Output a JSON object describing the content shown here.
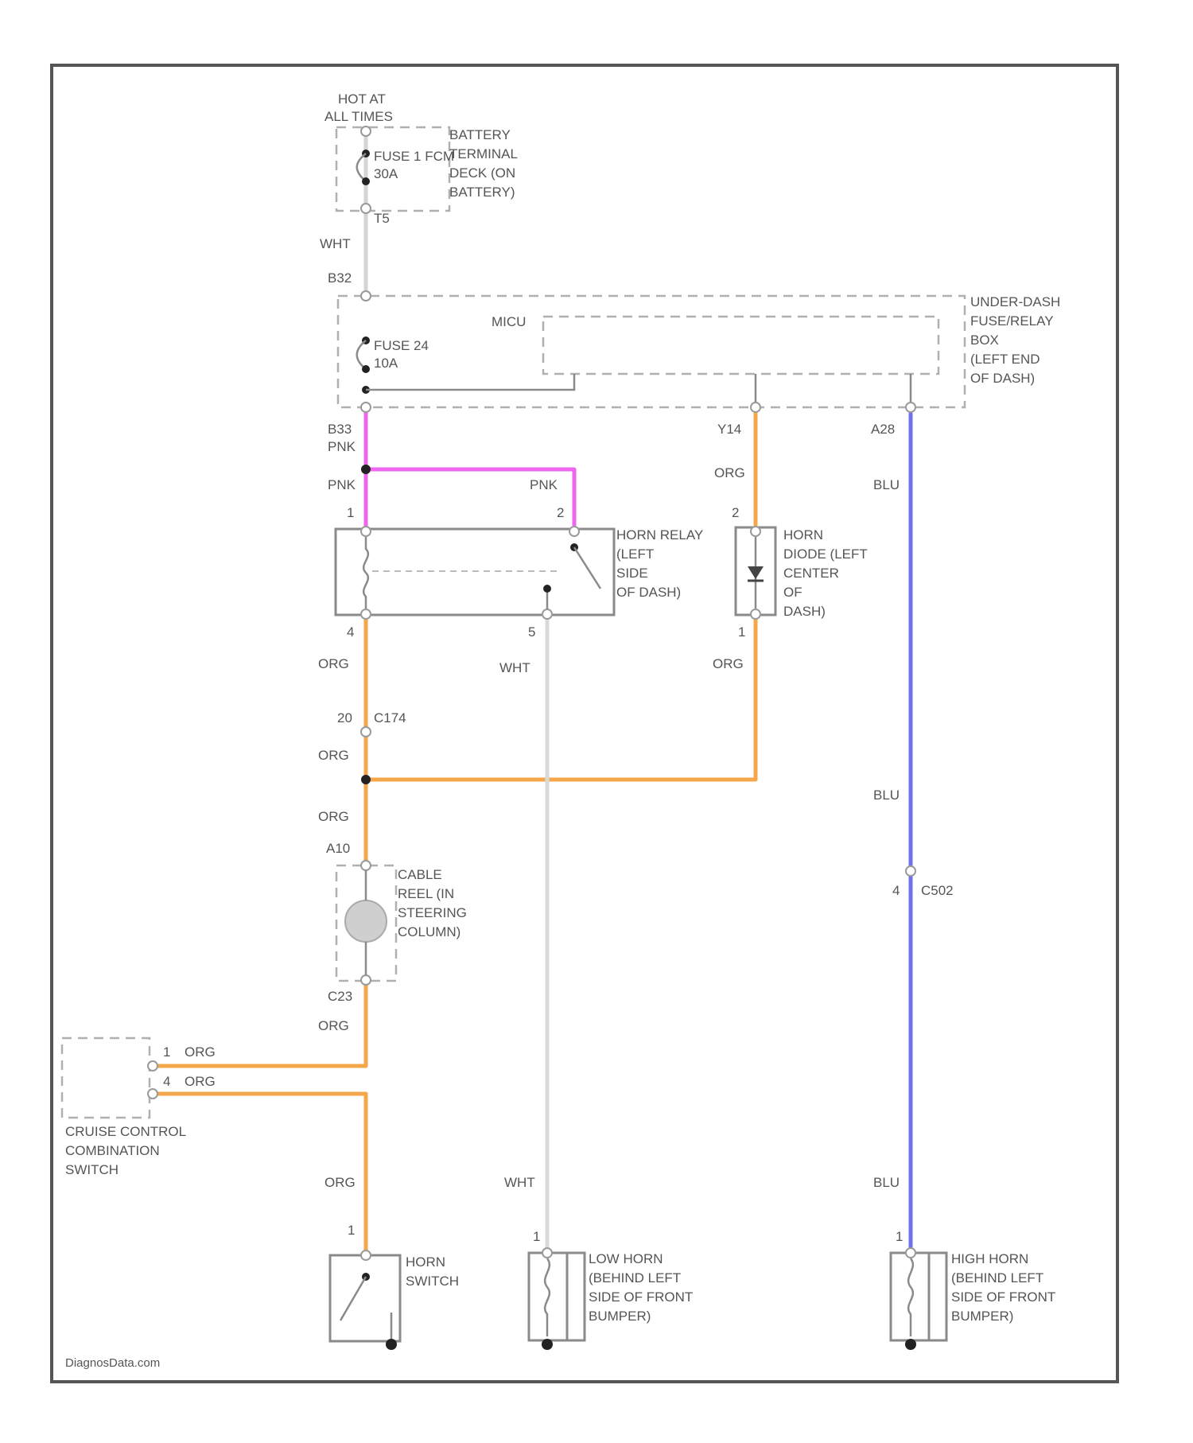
{
  "colors": {
    "pnk": "#ee66ee",
    "org": "#f4a64a",
    "blu": "#7070ee",
    "wht": "#d4d4d4",
    "frame": "#555555"
  },
  "source": {
    "line1": "HOT AT",
    "line2": "ALL TIMES"
  },
  "battery_box": {
    "fuse_label": "FUSE 1 FCM",
    "fuse_rating": "30A",
    "name_lines": [
      "BATTERY",
      "TERMINAL",
      "DECK (ON",
      "BATTERY)"
    ],
    "pin": "T5"
  },
  "fuse_box": {
    "pin_in": "B32",
    "fuse_label": "FUSE 24",
    "fuse_rating": "10A",
    "module": "MICU",
    "name_lines": [
      "UNDER-DASH",
      "FUSE/RELAY",
      "BOX",
      "(LEFT END",
      "OF DASH)"
    ],
    "pin_out": "B33",
    "pin_horn": "Y14",
    "pin_high": "A28"
  },
  "horn_relay": {
    "name_lines": [
      "HORN RELAY",
      "(LEFT",
      "SIDE",
      "OF DASH)"
    ],
    "pin1": "1",
    "pin2": "2",
    "pin4": "4",
    "pin5": "5"
  },
  "horn_diode": {
    "name_lines": [
      "HORN",
      "DIODE (LEFT",
      "CENTER",
      "OF",
      "DASH)"
    ],
    "pin2": "2",
    "pin1": "1"
  },
  "connector_c174": {
    "pin": "20",
    "name": "C174"
  },
  "cable_reel": {
    "name_lines": [
      "CABLE",
      "REEL (IN",
      "STEERING",
      "COLUMN)"
    ],
    "pin_top": "A10",
    "pin_bottom": "C23"
  },
  "cruise_switch": {
    "name_lines": [
      "CRUISE CONTROL",
      "COMBINATION",
      "SWITCH"
    ],
    "pin1": "1",
    "pin4": "4"
  },
  "connector_c502": {
    "pin": "4",
    "name": "C502"
  },
  "horn_switch": {
    "name_lines": [
      "HORN",
      "SWITCH"
    ],
    "pin": "1"
  },
  "low_horn": {
    "name_lines": [
      "LOW HORN",
      "(BEHIND LEFT",
      "SIDE OF FRONT",
      "BUMPER)"
    ],
    "pin": "1"
  },
  "high_horn": {
    "name_lines": [
      "HIGH HORN",
      "(BEHIND LEFT",
      "SIDE OF FRONT",
      "BUMPER)"
    ],
    "pin": "1"
  },
  "wires": {
    "wht": "WHT",
    "pnk": "PNK",
    "org": "ORG",
    "blu": "BLU"
  },
  "watermark": "DiagnosData.com"
}
